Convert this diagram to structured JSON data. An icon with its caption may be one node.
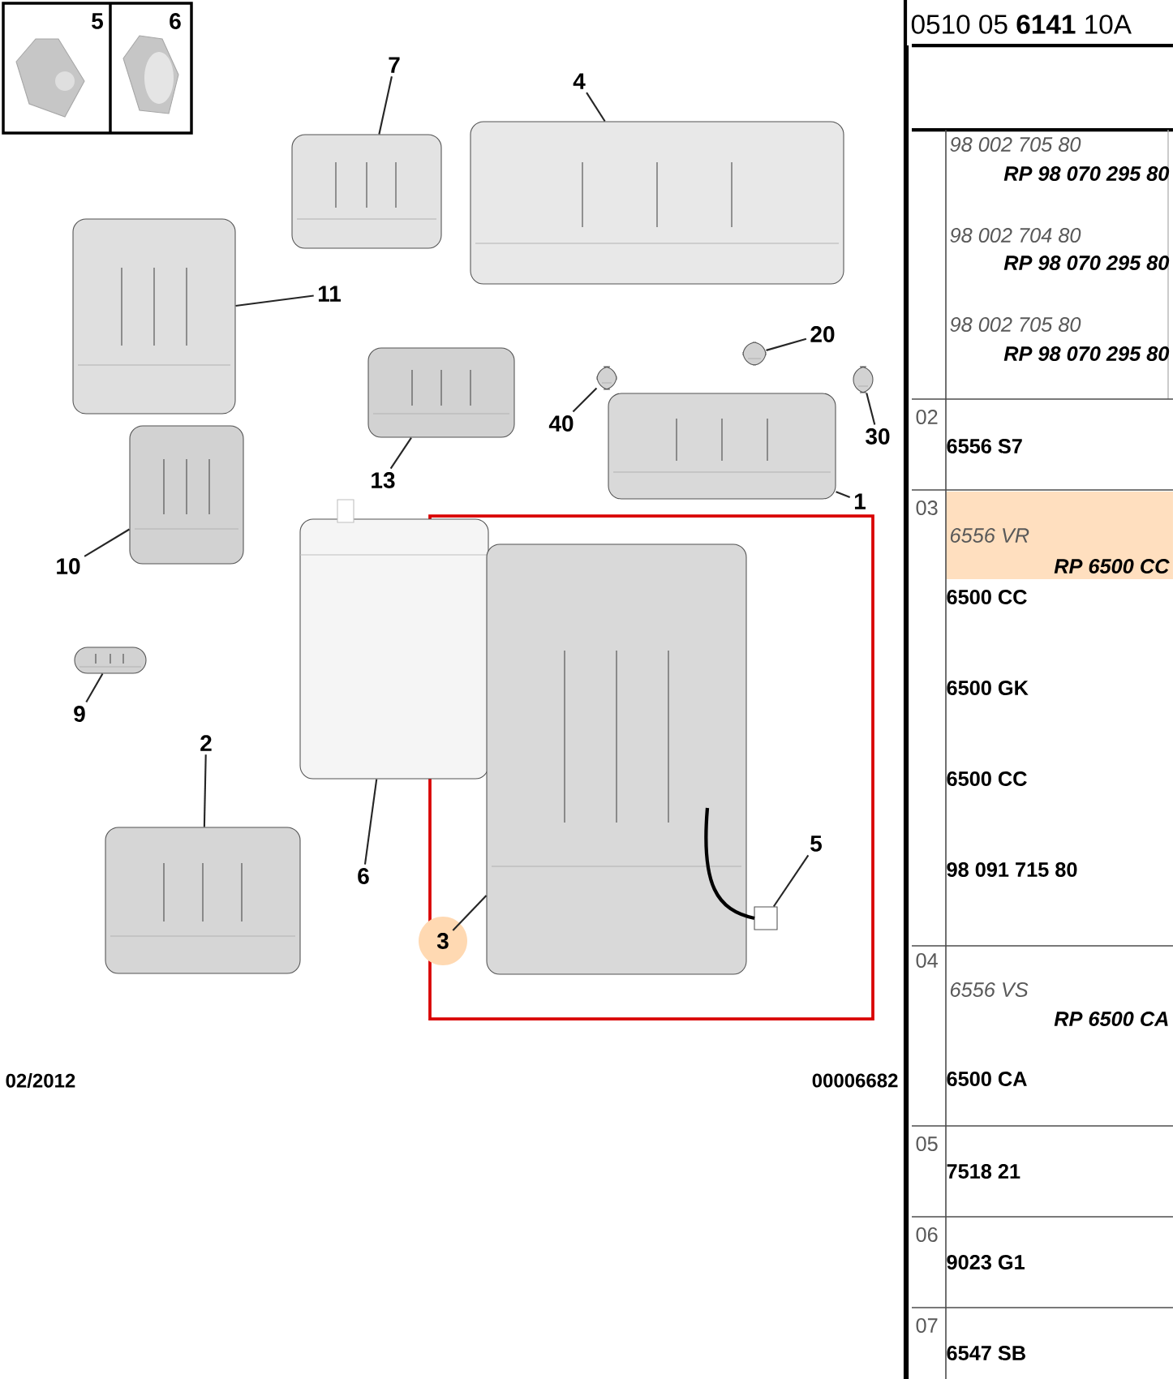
{
  "diagram": {
    "nodes": [
      {
        "text": [
          "7"
        ]
      },
      {
        "text": [
          "4"
        ]
      },
      {
        "text": [
          "11"
        ]
      },
      {
        "text": [
          "20"
        ]
      },
      {
        "text": [
          "40"
        ]
      },
      {
        "text": [
          "30"
        ]
      },
      {
        "text": [
          "13"
        ]
      },
      {
        "text": [
          "1"
        ]
      },
      {
        "text": [
          "10"
        ]
      },
      {
        "text": [
          "9"
        ]
      },
      {
        "text": [
          "2"
        ]
      },
      {
        "text": [
          "6"
        ]
      },
      {
        "text": [
          "3"
        ]
      },
      {
        "text": [
          "5"
        ]
      },
      {
        "text": [],
        "shape": "picture"
      },
      {
        "text": [],
        "shape": "picture"
      },
      {
        "text": [],
        "shape": "picture"
      },
      {
        "text": [],
        "shape": "picture"
      },
      {
        "text": [],
        "shape": "picture"
      },
      {
        "text": [],
        "shape": "picture"
      },
      {
        "text": [],
        "shape": "picture"
      },
      {
        "text": [],
        "shape": "picture"
      },
      {
        "text": [],
        "shape": "picture"
      },
      {
        "text": [],
        "shape": "picture"
      },
      {
        "text": [],
        "shape": "picture"
      },
      {
        "text": [],
        "shape": "picture"
      },
      {
        "text": [],
        "shape": "picture"
      },
      {
        "text": [],
        "shape": "box"
      }
    ],
    "edges": [
      {
        "from": 0,
        "to": 14,
        "arrow": "none"
      },
      {
        "from": 1,
        "to": 15,
        "arrow": "none"
      },
      {
        "from": 2,
        "to": 16,
        "arrow": "none"
      },
      {
        "from": 3,
        "to": 18,
        "arrow": "none"
      },
      {
        "from": 4,
        "to": 19,
        "arrow": "none"
      },
      {
        "from": 5,
        "to": 20,
        "arrow": "none"
      },
      {
        "from": 6,
        "to": 17,
        "arrow": "none"
      },
      {
        "from": 7,
        "to": 21,
        "arrow": "none"
      },
      {
        "from": 8,
        "to": 22,
        "arrow": "none"
      },
      {
        "from": 9,
        "to": 25,
        "arrow": "none"
      },
      {
        "from": 10,
        "to": 26,
        "arrow": "none"
      },
      {
        "from": 11,
        "to": 23,
        "arrow": "none"
      },
      {
        "from": 12,
        "to": 24,
        "arrow": "none"
      },
      {
        "from": 13,
        "to": 27,
        "arrow": "none"
      }
    ],
    "labels": [
      "5",
      "6",
      "02/2012",
      "00006682",
      "0510 05 **6141** 10A",
      "98 002 705 80",
      "RP 98 070 295 80",
      "98 002 704 80",
      "RP 98 070 295 80",
      "98 002 705 80",
      "RP 98 070 295 80",
      "02",
      "6556 S7",
      "03",
      "6556 VR",
      "RP 6500 CC",
      "6500 CC",
      "6500 GK",
      "6500 CC",
      "98 091 715 80",
      "04",
      "6556 VS",
      "RP 6500 CA",
      "6500 CA",
      "05",
      "7518 21",
      "06",
      "9023 G1",
      "07",
      "6547 SB"
    ]
  }
}
